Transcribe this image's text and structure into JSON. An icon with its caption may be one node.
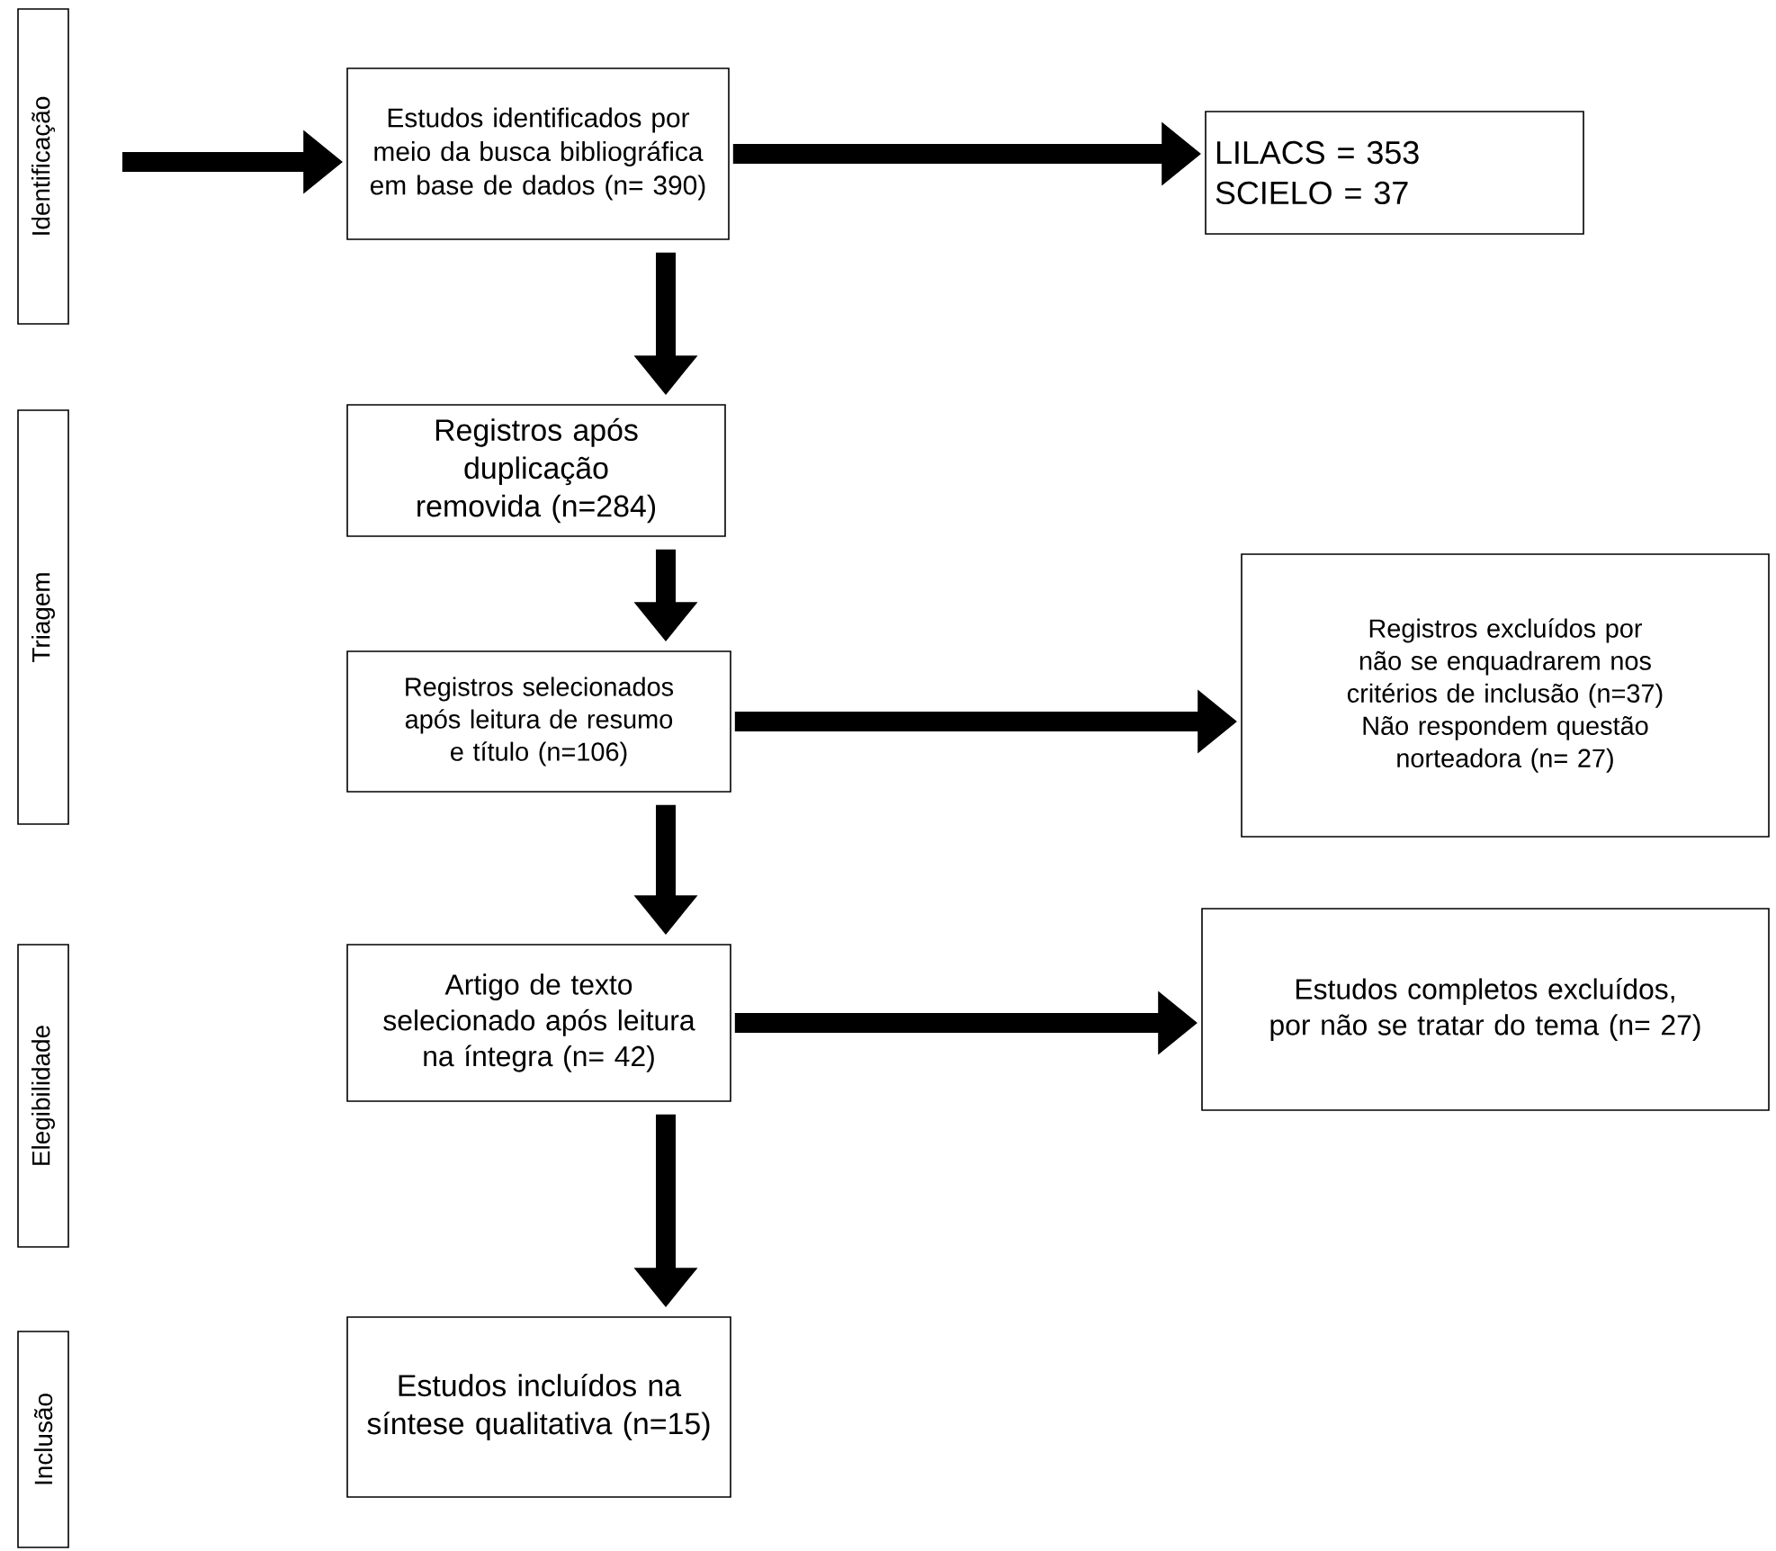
{
  "diagram": {
    "nodes": [
      {
        "text": [
          "Identificação"
        ]
      },
      {
        "text": [
          "Triagem"
        ]
      },
      {
        "text": [
          "Elegibilidade"
        ]
      },
      {
        "text": [
          "Inclusão"
        ]
      },
      {
        "text": [
          "Estudos identificados por meio da busca bibliográfica em base de dados (n= 390)"
        ]
      },
      {
        "text": [
          "LILACS = 353",
          "SCIELO = 37"
        ]
      },
      {
        "text": [
          "Registros após duplicação removida (n=284)"
        ]
      },
      {
        "text": [
          "Registros selecionados após leitura de resumo e título (n=106)"
        ]
      },
      {
        "text": [
          "Registros excluídos por não se enquadrarem nos critérios de inclusão (n=37)",
          "Não respondem questão norteadora (n= 27)"
        ]
      },
      {
        "text": [
          "Artigo de texto selecionado após leitura na íntegra (n= 42)"
        ]
      },
      {
        "text": [
          "Estudos completos excluídos, por não se tratar do tema (n= 27)"
        ]
      },
      {
        "text": [
          "Estudos incluídos na síntese qualitativa (n=15)"
        ]
      }
    ],
    "edges": [
      {
        "from": null,
        "to": 4,
        "arrow": "to"
      },
      {
        "from": 4,
        "to": 5,
        "arrow": "to"
      },
      {
        "from": 4,
        "to": 6,
        "arrow": "to"
      },
      {
        "from": 6,
        "to": 7,
        "arrow": "to"
      },
      {
        "from": 7,
        "to": 8,
        "arrow": "to"
      },
      {
        "from": 7,
        "to": 9,
        "arrow": "to"
      },
      {
        "from": 9,
        "to": 10,
        "arrow": "to"
      },
      {
        "from": 9,
        "to": 11,
        "arrow": "to"
      }
    ]
  }
}
